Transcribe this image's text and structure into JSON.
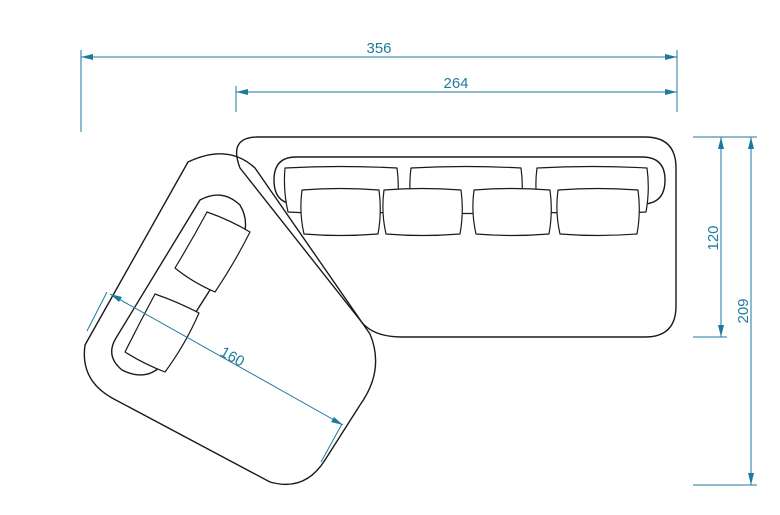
{
  "dimensions": {
    "overall_width": "356",
    "straight_width": "264",
    "chaise_length": "160",
    "straight_depth": "120",
    "overall_depth": "209"
  },
  "colors": {
    "dimension_lines": "#1e7a9c",
    "outline": "#1a1a1a"
  }
}
